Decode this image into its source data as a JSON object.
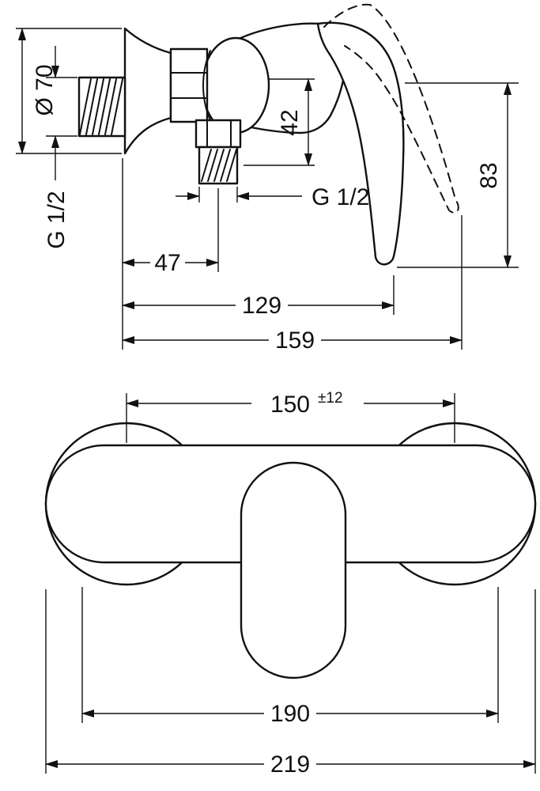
{
  "drawing": {
    "line_color": "#111111",
    "background_color": "#ffffff"
  },
  "side_view": {
    "labels": {
      "escutcheon_diameter": "Ø 70",
      "wall_connection_thread": "G 1/2",
      "outlet_drop": "42",
      "outlet_thread": "G 1/2",
      "handle_span": "83",
      "wall_to_outlet": "47",
      "wall_to_handle": "129",
      "wall_to_handle_max": "159"
    }
  },
  "front_view": {
    "labels": {
      "connection_centers": "150",
      "connection_centers_tolerance": "±12",
      "body_width": "190",
      "overall_width": "219"
    }
  }
}
